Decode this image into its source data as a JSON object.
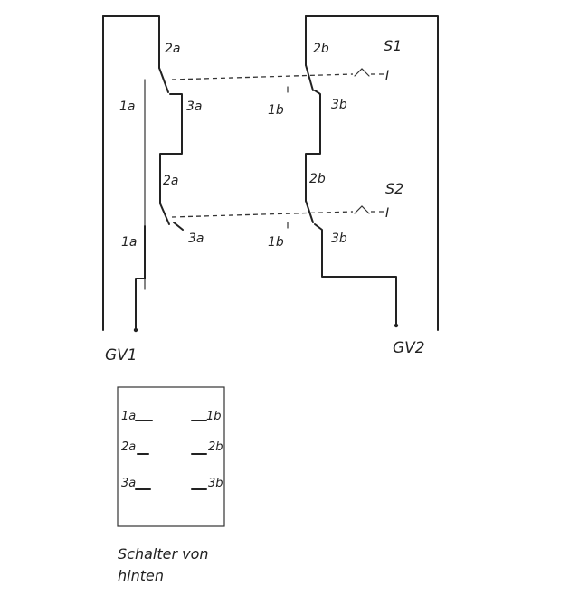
{
  "switch_s1": {
    "name": "S1",
    "marker": "I",
    "contacts": {
      "a2": "2a",
      "a1": "1a",
      "a3": "3a",
      "b2": "2b",
      "b1": "1b",
      "b3": "3b"
    }
  },
  "switch_s2": {
    "name": "S2",
    "marker": "I",
    "contacts": {
      "a2": "2a",
      "a1": "1a",
      "a3": "3a",
      "b2": "2b",
      "b1": "1b",
      "b3": "3b"
    }
  },
  "terminals": {
    "left": "GV1",
    "right": "GV2"
  },
  "rear_view": {
    "pins": [
      {
        "left": "1a",
        "right": "1b"
      },
      {
        "left": "2a",
        "right": "2b"
      },
      {
        "left": "3a",
        "right": "3b"
      }
    ],
    "caption_line1": "Schalter von",
    "caption_line2": "hinten"
  }
}
